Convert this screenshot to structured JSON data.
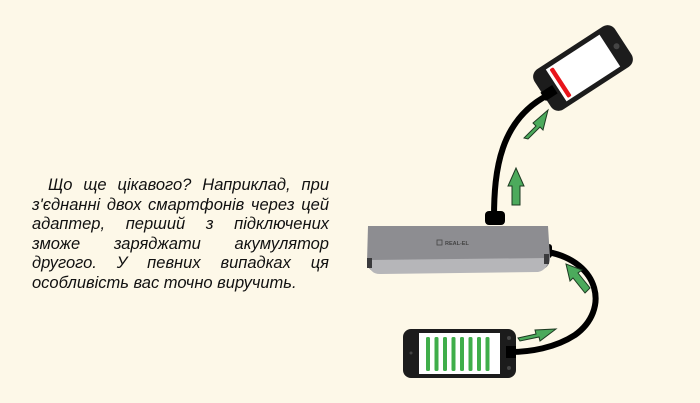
{
  "slide": {
    "paragraph": "Що ще цікавого? Наприклад, при з'єднанні двох смартфонів через цей адаптер, перший з підключених зможе заряджати акумулятор другого. У певних випадках ця особливість вас точно виручить.",
    "illustration": {
      "hub_brand_label": "REAL-EL",
      "phone_top": {
        "battery_state": "low",
        "battery_color": "#e8141b"
      },
      "phone_bottom": {
        "battery_state": "full",
        "battery_bars": 8,
        "battery_color": "#3fae4a"
      },
      "arrow_color": "#4caa5c",
      "cable_color": "#000000"
    },
    "colors": {
      "background": "#fdf8e8",
      "text": "#111111",
      "hub_body": "#8c8c90",
      "hub_edge": "#b5b5b8"
    }
  }
}
